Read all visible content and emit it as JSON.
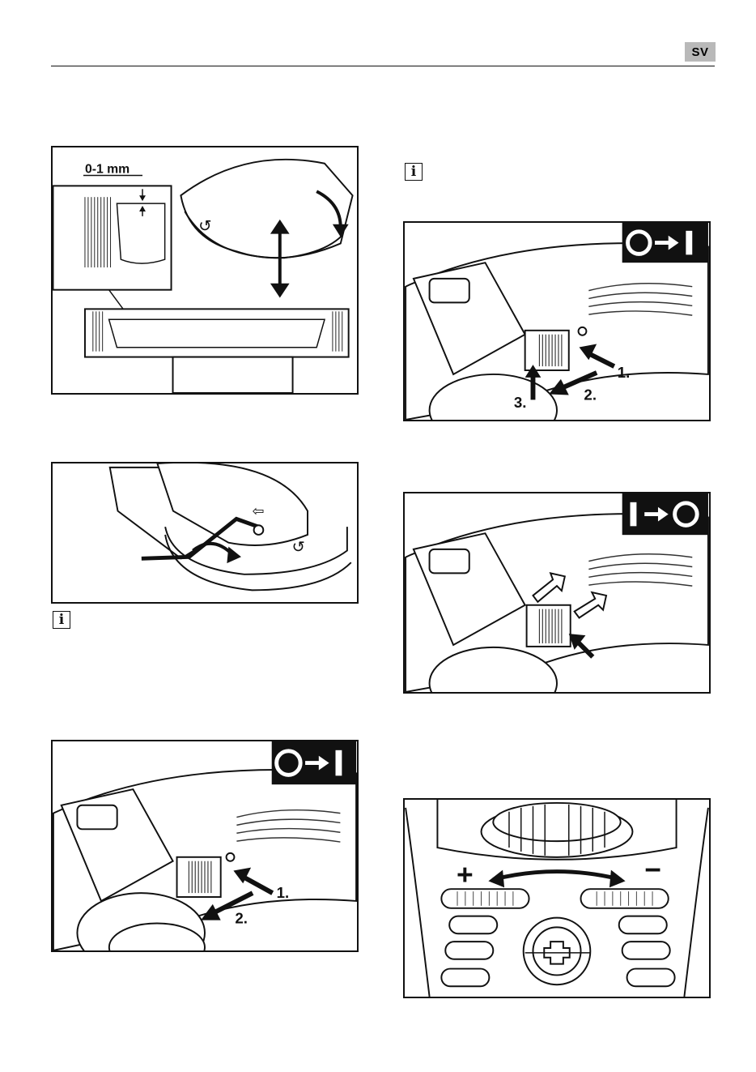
{
  "header": {
    "language_code": "SV"
  },
  "figures": {
    "gap": {
      "dimension_label": "0-1 mm"
    },
    "lock_on_left": {
      "step1": "1.",
      "step2": "2."
    },
    "lock_on_right": {
      "step1": "1.",
      "step2": "2.",
      "step3": "3."
    },
    "speed": {
      "plus_label": "+",
      "minus_label": "−"
    }
  },
  "icons": {
    "info": "info-icon",
    "on": "switch-off-to-on-icon",
    "off": "switch-on-to-off-icon"
  }
}
